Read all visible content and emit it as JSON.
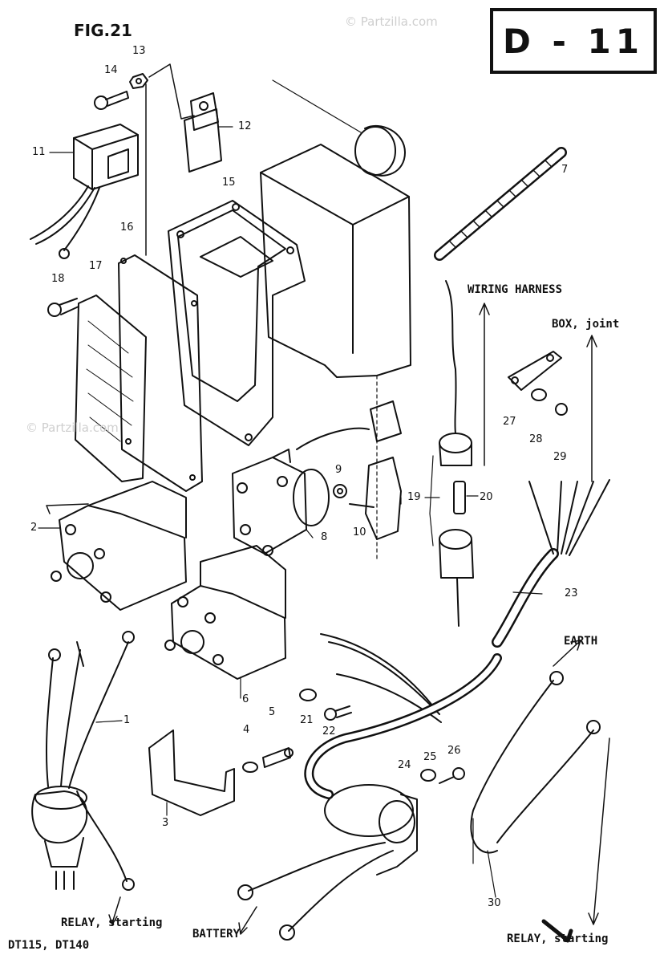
{
  "figure": {
    "label": "FIG.21",
    "page_code": "D - 11",
    "models": "DT115, DT140"
  },
  "watermark": "© Partzilla.com",
  "part_numbers": [
    "1",
    "2",
    "3",
    "4",
    "5",
    "6",
    "7",
    "8",
    "9",
    "10",
    "11",
    "12",
    "13",
    "14",
    "15",
    "16",
    "17",
    "18",
    "19",
    "20",
    "21",
    "22",
    "23",
    "24",
    "25",
    "26",
    "27",
    "28",
    "29",
    "30"
  ],
  "callouts": {
    "wiring_harness": "WIRING HARNESS",
    "box_joint": "BOX, joint",
    "earth": "EARTH",
    "relay_starting_left": "RELAY, starting",
    "relay_starting_right": "RELAY, starting",
    "battery": "BATTERY"
  },
  "colors": {
    "ink": "#111111",
    "background": "#ffffff",
    "watermark": "#cfcfcf"
  }
}
